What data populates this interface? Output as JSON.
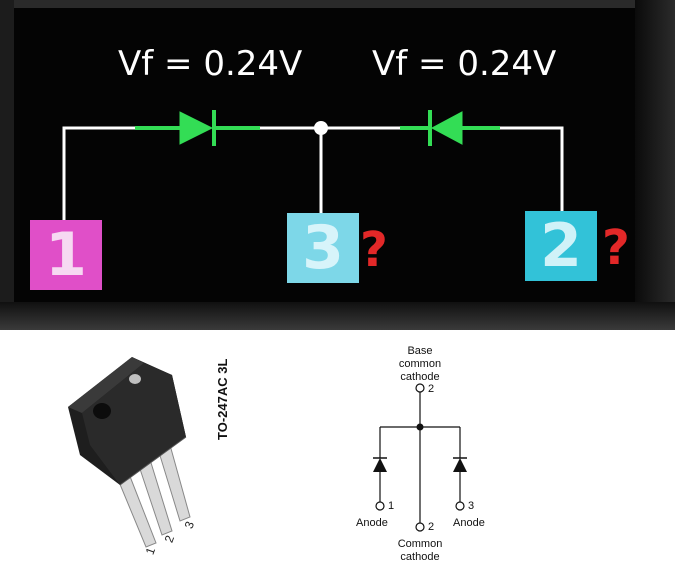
{
  "tester_screen": {
    "left_diode_label": "Vf = 0.24V",
    "right_diode_label": "Vf = 0.24V",
    "pins": [
      {
        "label": "1",
        "color": "#e04fc8"
      },
      {
        "label": "3",
        "color": "#7dd7e8"
      },
      {
        "label": "2",
        "color": "#32c2d8"
      }
    ],
    "question_marks": [
      "?",
      "?"
    ],
    "trace_color": "#ffffff",
    "diode_color": "#33dd55",
    "question_color": "#e22828"
  },
  "package": {
    "label": "TO-247AC 3L",
    "pin_labels": [
      "1",
      "2",
      "3"
    ]
  },
  "schematic": {
    "top_label_lines": [
      "Base",
      "common",
      "cathode"
    ],
    "top_pin": "2",
    "left_pin": "1",
    "left_label": "Anode",
    "right_pin": "3",
    "right_label": "Anode",
    "bottom_pin": "2",
    "bottom_label_lines": [
      "Common",
      "cathode"
    ]
  }
}
